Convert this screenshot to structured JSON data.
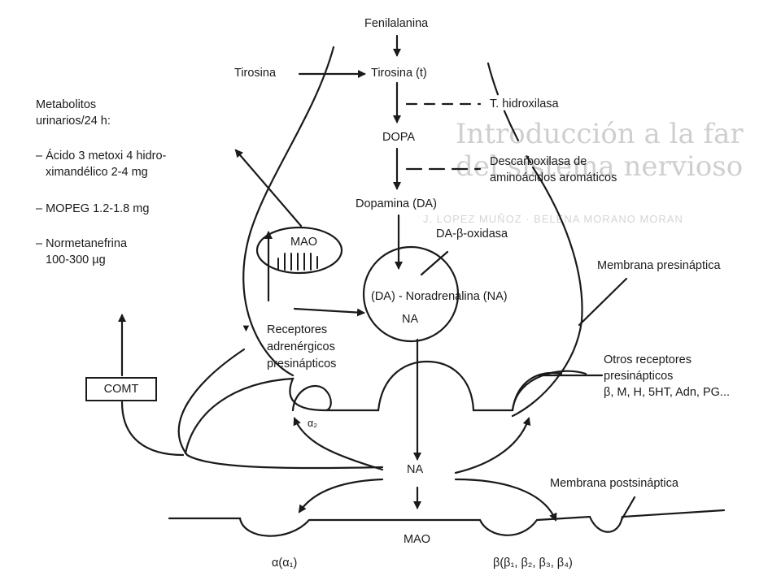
{
  "background": {
    "title_lines": [
      "Introducción a la far",
      "del sistema nervioso"
    ],
    "subtitle": "J. LOPEZ MUÑOZ · BELENA MORANO MORAN"
  },
  "pathway": {
    "precursor": "Fenilalanina",
    "tyrosine_plasma": "Tirosina",
    "tyrosine_terminal": "Tirosina (t)",
    "dopa": "DOPA",
    "dopamine": "Dopamina (DA)"
  },
  "enzymes": {
    "tyrosine_hydroxylase": "T. hidroxilasa",
    "decarboxylase_line1": "Descarboxilasa de",
    "decarboxylase_line2": "aminoácidos aromáticos",
    "dbh": "DA-β-oxidasa"
  },
  "vesicle": {
    "label": "(DA) - Noradrenalina (NA)",
    "content": "NA"
  },
  "mitochondria": {
    "label": "MAO"
  },
  "metabolites": {
    "heading_line1": "Metabolitos",
    "heading_line2": "urinarios/24 h:",
    "item1_line1": "– Ácido 3 metoxi 4 hidro-",
    "item1_line2": "ximandélico 2-4 mg",
    "item2": "– MOPEG 1.2-1.8 mg",
    "item3_line1": "– Normetanefrina",
    "item3_line2": "100-300 µg"
  },
  "enzyme_comt": "COMT",
  "presynaptic_receptors": {
    "marker": "▼",
    "line1": "Receptores",
    "line2": "adrenérgicos",
    "line3": "presinápticos",
    "alpha2": "α₂"
  },
  "other_receptors": {
    "line1": "Otros receptores",
    "line2": "presinápticos",
    "line3": "β, M, H, 5HT, Adn, PG..."
  },
  "membranes": {
    "presynaptic": "Membrana presináptica",
    "postsynaptic": "Membrana postsináptica"
  },
  "cleft": {
    "transmitter": "NA",
    "degradation": "MAO"
  },
  "postsynaptic_receptors": {
    "alpha": "α(α₁)",
    "beta": "β(β₁, β₂, β₃, β₄)"
  },
  "colors": {
    "ink": "#1a1a1a",
    "paper": "#ffffff",
    "bleed": "#d9d9d9"
  }
}
